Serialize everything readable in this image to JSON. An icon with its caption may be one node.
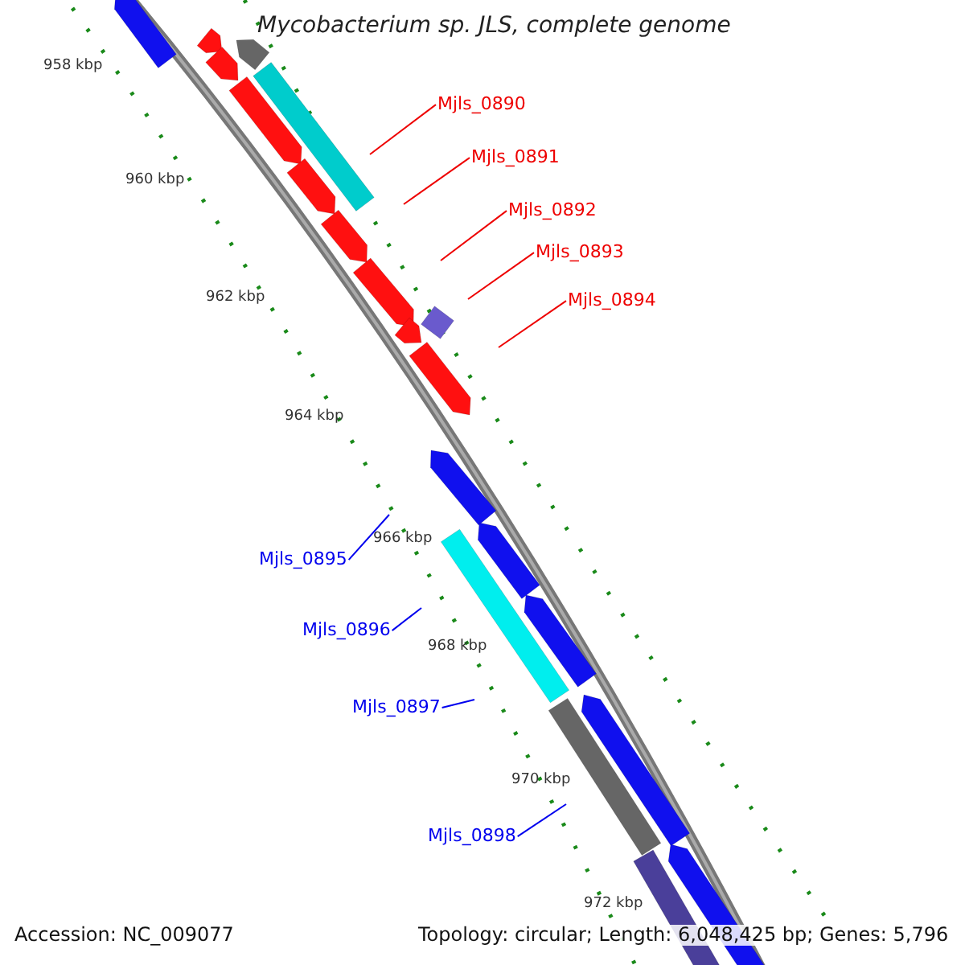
{
  "diagram": {
    "title": "Mycobacterium sp. JLS, complete genome",
    "nodes": [
      {
        "text": [
          "Mjls_0890"
        ]
      },
      {
        "text": [
          "Mjls_0891"
        ]
      },
      {
        "text": [
          "Mjls_0892"
        ]
      },
      {
        "text": [
          "Mjls_0893"
        ]
      },
      {
        "text": [
          "Mjls_0894"
        ]
      },
      {
        "text": [
          "Mjls_0895"
        ]
      },
      {
        "text": [
          "Mjls_0896"
        ]
      },
      {
        "text": [
          "Mjls_0897"
        ]
      },
      {
        "text": [
          "Mjls_0898"
        ]
      }
    ],
    "edges": [
      {
        "from": 0,
        "to": null,
        "arrow": "none"
      },
      {
        "from": 1,
        "to": null,
        "arrow": "none"
      },
      {
        "from": 2,
        "to": null,
        "arrow": "none"
      },
      {
        "from": 3,
        "to": null,
        "arrow": "none"
      },
      {
        "from": 4,
        "to": null,
        "arrow": "none"
      },
      {
        "from": 5,
        "to": null,
        "arrow": "none",
        "color": "#0000ee"
      },
      {
        "from": 6,
        "to": null,
        "arrow": "none",
        "color": "#0000ee"
      },
      {
        "from": 7,
        "to": null,
        "arrow": "none",
        "color": "#0000ee"
      },
      {
        "from": 8,
        "to": null,
        "arrow": "none",
        "color": "#0000ee"
      }
    ],
    "labels": [
      "958 kbp",
      "960 kbp",
      "962 kbp",
      "964 kbp",
      "966 kbp",
      "968 kbp",
      "970 kbp",
      "972 kbp",
      "Accession: NC_009077",
      "Topology: circular; Length: 6,048,425 bp; Genes: 5,796"
    ]
  }
}
